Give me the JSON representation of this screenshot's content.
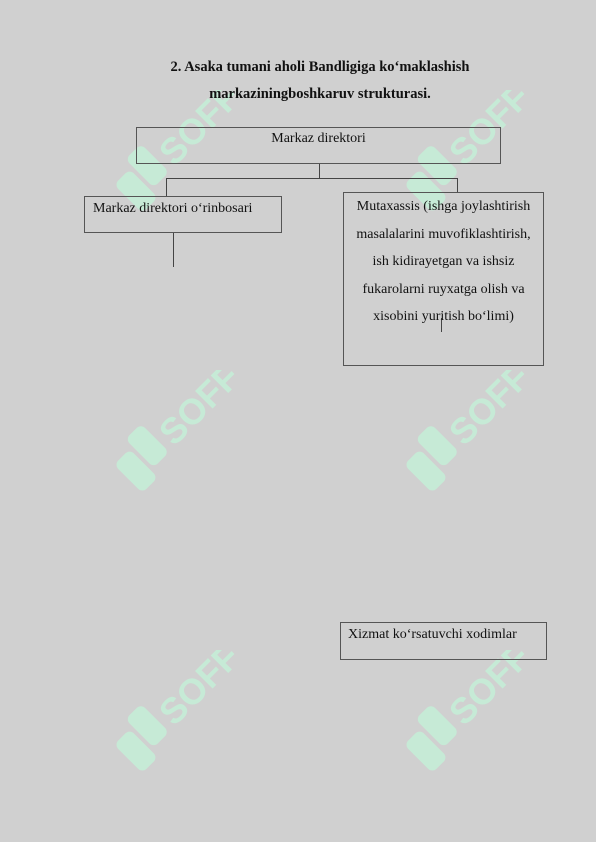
{
  "document": {
    "title_line1": "2. Asaka tumani aholi Bandligiga ko‘maklashish",
    "title_line2": "markaziningboshkaruv strukturasi."
  },
  "org_chart": {
    "director": "Markaz direktori",
    "deputy": "Markaz direktori o‘rinbosari",
    "specialist": "Mutaxassis (ishga joylashtirish masalalarini muvofiklashtirish, ish kidirayetgan va ishsiz fukarolarni ruyxatga olish va xisobini yuritish bo‘limi)",
    "staff": "Xizmat ko‘rsatuvchi xodimlar"
  },
  "watermark": {
    "text": "SOFF",
    "color": "#c4ecd6"
  }
}
